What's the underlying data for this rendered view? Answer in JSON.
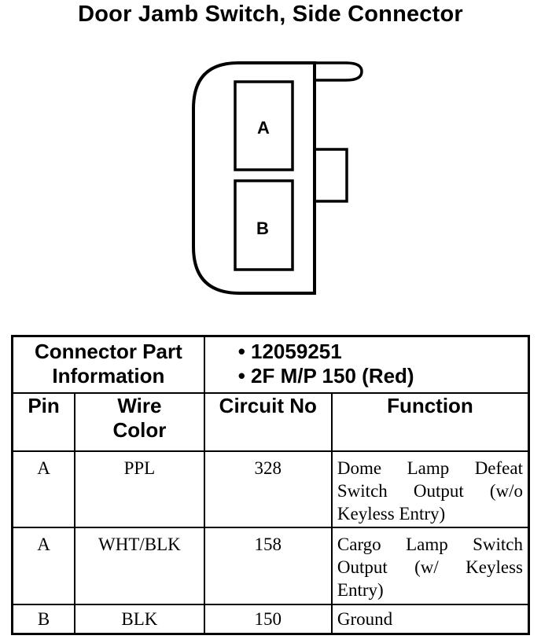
{
  "title": "Door Jamb Switch, Side Connector",
  "connector": {
    "cavities": [
      {
        "label": "A"
      },
      {
        "label": "B"
      }
    ]
  },
  "table": {
    "part_info_label": "Connector Part Information",
    "part_info_values": [
      "• 12059251",
      "• 2F M/P 150 (Red)"
    ],
    "headers": {
      "pin": "Pin",
      "wire_color": "Wire Color",
      "circuit_no": "Circuit No",
      "function": "Function"
    },
    "rows": [
      {
        "pin": "A",
        "wire_color": "PPL",
        "circuit_no": "328",
        "function": "Dome Lamp Defeat Switch Output (w/o Keyless Entry)"
      },
      {
        "pin": "A",
        "wire_color": "WHT/BLK",
        "circuit_no": "158",
        "function": "Cargo Lamp Switch Output (w/ Keyless Entry)"
      },
      {
        "pin": "B",
        "wire_color": "BLK",
        "circuit_no": "150",
        "function": "Ground"
      }
    ]
  }
}
